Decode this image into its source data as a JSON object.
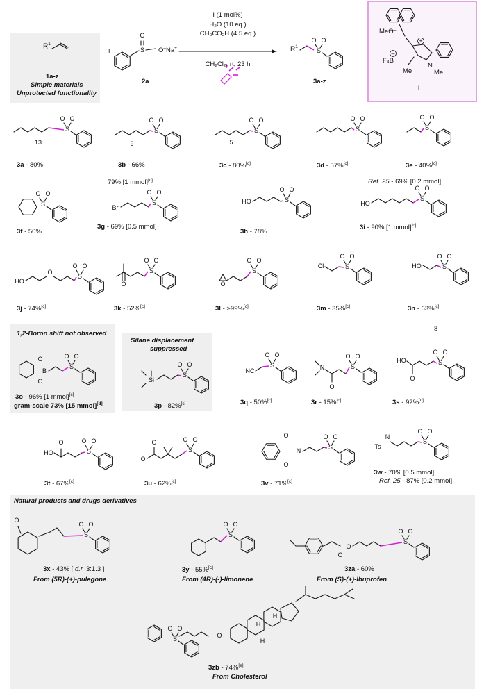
{
  "scheme": {
    "reactant1": {
      "label": "1a-z",
      "note1": "Simple materials",
      "note2": "Unprotected functionality",
      "r": "R",
      "rsup": "1"
    },
    "reactant2": {
      "label": "2a",
      "na": "O",
      "charge": "Na",
      "plus": "+"
    },
    "product": {
      "label": "3a-z"
    },
    "conditions": {
      "line1": "I (1 mol%)",
      "line2": "H₂O (10 eq.)",
      "line3": "CH₃CO₂H (4.5 eq.)",
      "line4": "CH₂Cl₂, rt, 23 h"
    },
    "catalyst": {
      "label": "I",
      "ome": "MeO",
      "bf4": "F₄B",
      "me1": "Me",
      "me2": "N",
      "me3": "Me"
    }
  },
  "products": [
    {
      "id": "3a",
      "text": " - 80%",
      "sup": ""
    },
    {
      "id": "3b",
      "text": " - 66%",
      "sup": ""
    },
    {
      "id": "3c",
      "text": " - 80%",
      "sup": "[c]"
    },
    {
      "id": "3d",
      "text": " - 57%",
      "sup": "[c]"
    },
    {
      "id": "3e",
      "text": " - 40%",
      "sup": "[c]"
    },
    {
      "id": "3f",
      "text": " - 50%",
      "sup": ""
    },
    {
      "id": "3g",
      "text": " - 69% [0.5 mmol]",
      "sup": ""
    },
    {
      "id": "3h",
      "text": " - 78%",
      "sup": ""
    },
    {
      "id": "3i",
      "text": " - 90% [1 mmol]",
      "sup": "[c]"
    },
    {
      "id": "3j",
      "text": " - 74%",
      "sup": "[c]"
    },
    {
      "id": "3k",
      "text": " - 52%",
      "sup": "[c]"
    },
    {
      "id": "3l",
      "text": " - >99%",
      "sup": "[c]"
    },
    {
      "id": "3m",
      "text": " - 35%",
      "sup": "[c]"
    },
    {
      "id": "3n",
      "text": " - 63%",
      "sup": "[c]"
    },
    {
      "id": "3o",
      "text": " - 96% [1 mmol]",
      "sup": "[c]"
    },
    {
      "id": "3p",
      "text": " - 82%",
      "sup": "[c]"
    },
    {
      "id": "3q",
      "text": " - 50%",
      "sup": "[c]"
    },
    {
      "id": "3r",
      "text": " - 15%",
      "sup": "[c]"
    },
    {
      "id": "3s",
      "text": " - 92%",
      "sup": "[c]"
    },
    {
      "id": "3t",
      "text": " - 67%",
      "sup": "[c]"
    },
    {
      "id": "3u",
      "text": " - 62%",
      "sup": "[c]"
    },
    {
      "id": "3v",
      "text": " - 71%",
      "sup": "[c]"
    },
    {
      "id": "3w",
      "text": " - 70% [0.5 mmol]",
      "sup": ""
    },
    {
      "id": "3x",
      "text": " - 43% [ ",
      "sup": ""
    },
    {
      "id": "3y",
      "text": " - 55%",
      "sup": "[c]"
    },
    {
      "id": "3za",
      "text": " - 60%",
      "sup": ""
    },
    {
      "id": "3zb",
      "text": " - 74%",
      "sup": "[e]"
    }
  ],
  "extra": {
    "g2": "79% [1 mmol]",
    "g2sup": "[c]",
    "i2ref": "Ref. 25",
    "i2": " - 69% [0.2 mmol]",
    "w2ref": "Ref. 25",
    "w2": " - 87% [0.2 mmol]",
    "o2": "gram-scale 73% [15 mmol]",
    "o2sup": "[d]",
    "x_dr": "d.r.",
    "x_dr2": " 3:1.3 ]",
    "stray": "8"
  },
  "panels": {
    "boron": "1,2-Boron shift not observed",
    "silane1": "Silane displacement",
    "silane2": "suppressed",
    "natural": "Natural products and drugs derivatives"
  },
  "sources": {
    "x": "From (5R)-(+)-pulegone",
    "y": "From (4R)-(-)-limonene",
    "za": "From (S)-(+)-Ibuprofen",
    "zb": "From Cholesterol"
  },
  "atoms": {
    "S": "S",
    "O": "O",
    "Br": "Br",
    "HO": "HO",
    "Cl": "Cl",
    "Si": "Si",
    "B": "B",
    "NC": "NC",
    "N": "N",
    "Ts": "Ts",
    "H": "H",
    "n13": "13",
    "n9": "9",
    "n5": "5"
  },
  "colors": {
    "highlight": "#d31fd3",
    "panel": "#efefef",
    "catbox": "#e0a3e0"
  }
}
